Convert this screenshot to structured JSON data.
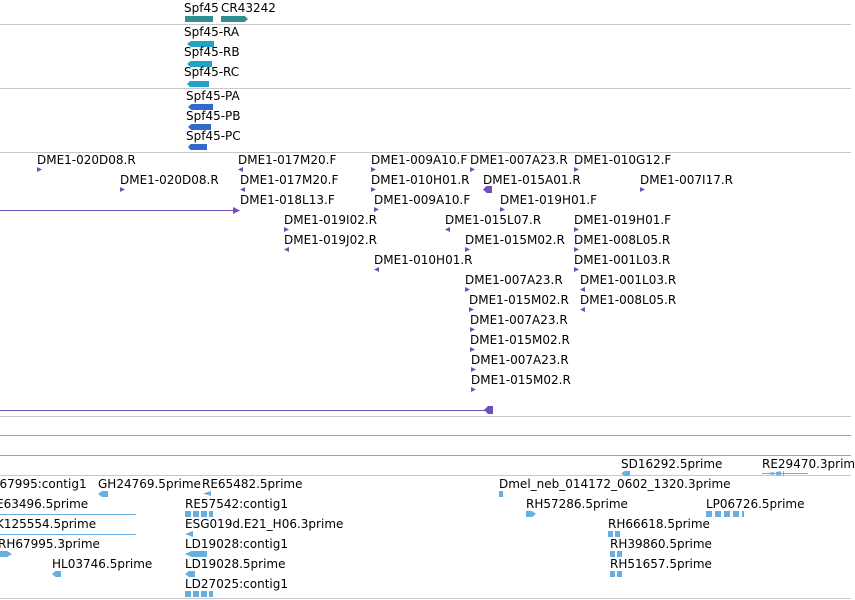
{
  "colors": {
    "teal": "#2f8f91",
    "cyan": "#21a3c6",
    "blue": "#3468c9",
    "purple": "#6f4fb8",
    "lightblue": "#69aee0",
    "separator": "#c8c8c8",
    "separator_blue": "#6fb6cd"
  },
  "tracks": {
    "gene_models": {
      "labels": [
        "Spf45",
        "CR43242"
      ]
    },
    "transcripts": {
      "labels": [
        "Spf45-RA",
        "Spf45-RB",
        "Spf45-RC"
      ]
    },
    "proteins": {
      "labels": [
        "Spf45-PA",
        "Spf45-PB",
        "Spf45-PC"
      ]
    },
    "bac_ends": {
      "labels": [
        "DME1-020D08.R",
        "DME1-017M20.F",
        "DME1-009A10.F",
        "DME1-007A23.R",
        "DME1-010G12.F",
        "DME1-020D08.R",
        "DME1-017M20.F",
        "DME1-010H01.R",
        "DME1-015A01.R",
        "DME1-007I17.R",
        "DME1-018L13.F",
        "DME1-009A10.F",
        "DME1-019H01.F",
        "DME1-019I02.R",
        "DME1-015L07.R",
        "DME1-019H01.F",
        "DME1-019J02.R",
        "DME1-015M02.R",
        "DME1-008L05.R",
        "DME1-010H01.R",
        "DME1-001L03.R",
        "DME1-007A23.R",
        "DME1-001L03.R",
        "DME1-015M02.R",
        "DME1-008L05.R",
        "DME1-007A23.R",
        "DME1-015M02.R",
        "DME1-007A23.R",
        "DME1-015M02.R"
      ]
    },
    "ests": {
      "labels": [
        "SD16292.5prime",
        "RE29470.3prim",
        "I67995:contig1",
        "GH24769.5prime",
        "RE65482.5prime",
        "Dmel_neb_014172_0602_1320.3prime",
        "E63496.5prime",
        "RE57542:contig1",
        "RH57286.5prime",
        "LP06726.5prime",
        "K125554.5prime",
        "ESG019d.E21_H06.3prime",
        "RH66618.5prime",
        "RH67995.3prime",
        "LD19028:contig1",
        "RH39860.5prime",
        "HL03746.5prime",
        "LD19028.5prime",
        "RH51657.5prime",
        "LD27025:contig1"
      ]
    }
  }
}
